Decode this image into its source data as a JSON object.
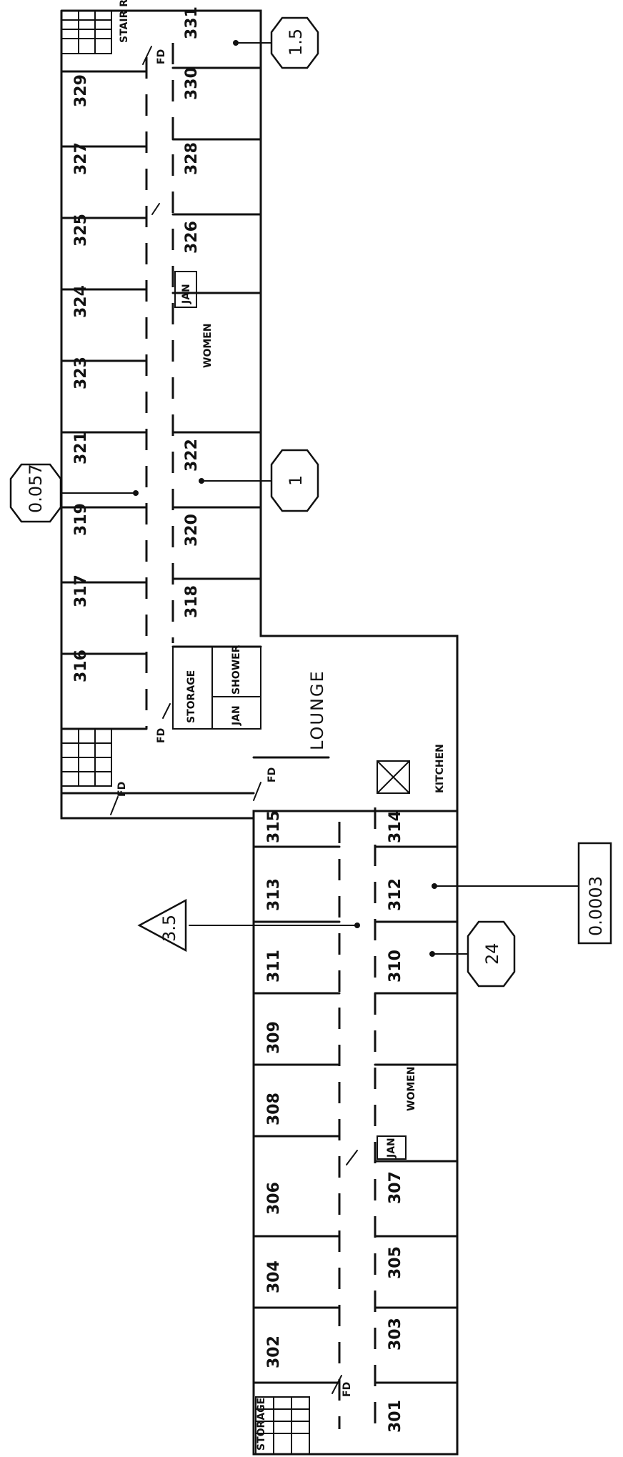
{
  "rooms_upper_left": [
    "316",
    "317",
    "319",
    "321",
    "323",
    "324",
    "325",
    "327",
    "329"
  ],
  "rooms_upper_right": [
    "318",
    "320",
    "322",
    "326",
    "328",
    "330",
    "331"
  ],
  "rooms_lower_left": [
    "315",
    "313",
    "311",
    "309",
    "308",
    "306",
    "304",
    "302"
  ],
  "rooms_lower_right": [
    "314",
    "312",
    "310",
    "307",
    "305",
    "303",
    "301"
  ],
  "areas": {
    "lounge": "LOUNGE",
    "women_upper": "WOMEN",
    "women_lower": "WOMEN",
    "kitchen": "KITCHEN",
    "storage_upper": "STORAGE",
    "storage_lower": "STORAGE",
    "shower": "SHOWER",
    "janitor": "JAN",
    "stair_room": "STAIR RM"
  },
  "fire_door": "FD",
  "markers": {
    "m_0057": "0.057",
    "m_15": "1.5",
    "m_1": "1",
    "m_35": "3.5",
    "m_24": "24",
    "m_00003": "0.0003"
  },
  "colors": {
    "ink": "#111111",
    "paper": "#ffffff"
  }
}
